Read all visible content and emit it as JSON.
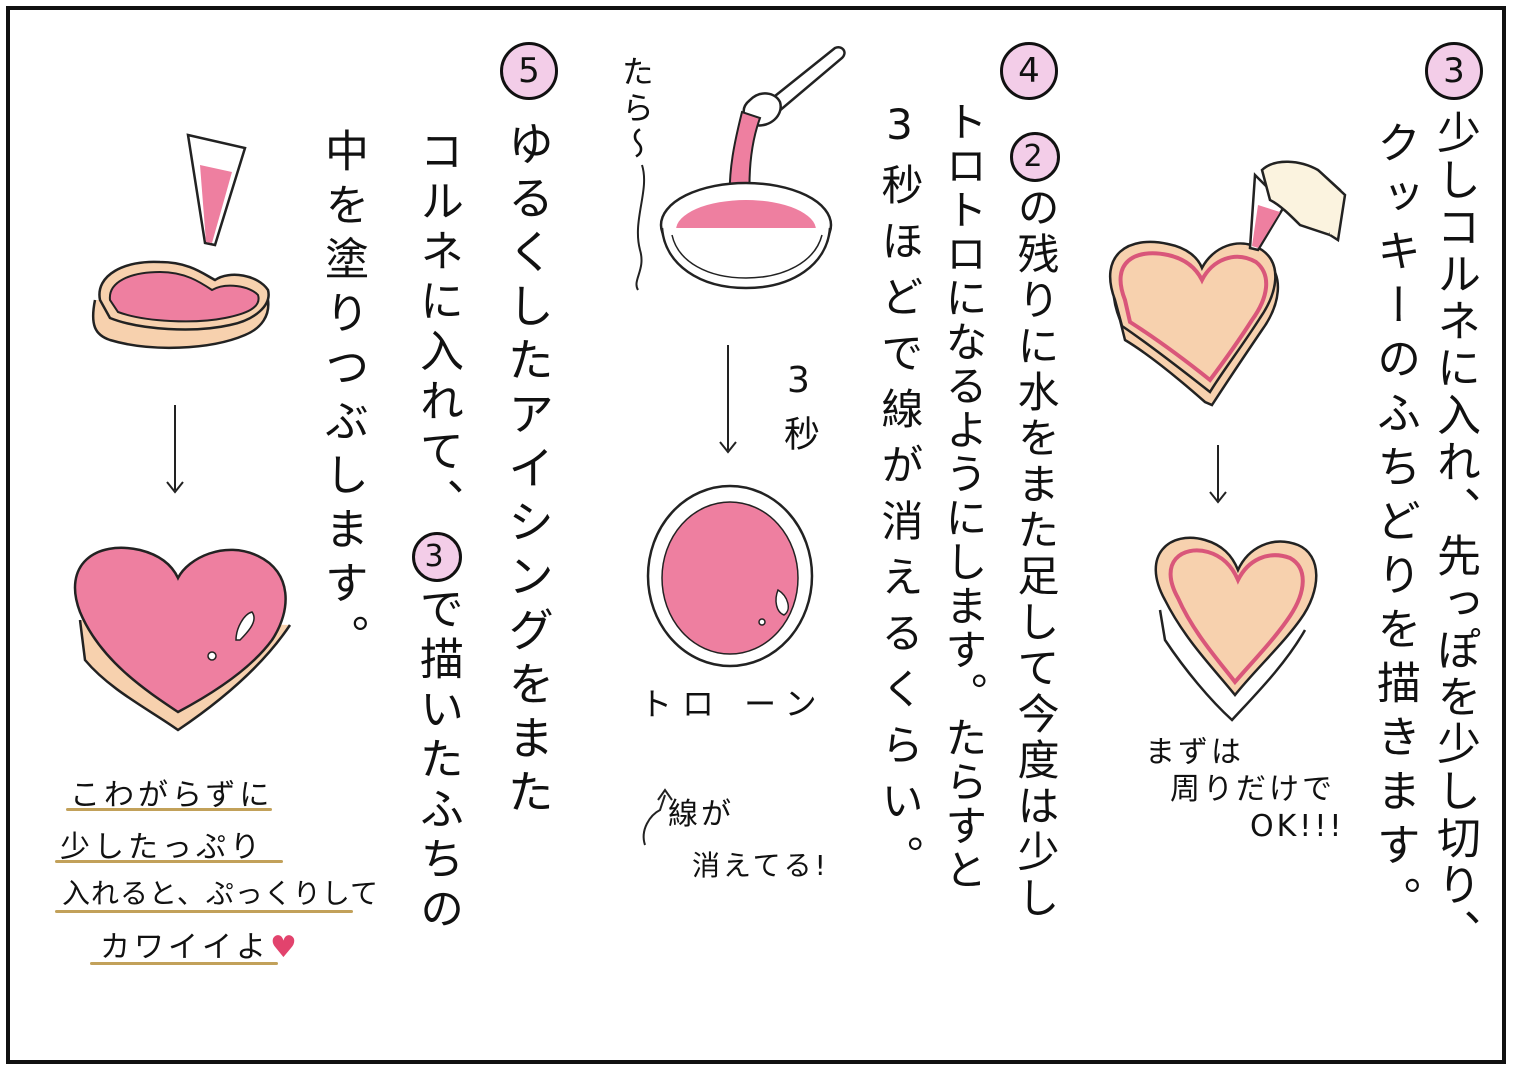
{
  "step3": {
    "badge": "3",
    "line1": "少しコルネに入れ、先っぽを少し切り、",
    "line2": "クッキーのふちどりを描きます。",
    "caption_line1": "まずは",
    "caption_line2": "周りだけで",
    "caption_line3": "OK!!!"
  },
  "step4": {
    "badge": "4",
    "inner_badge": "2",
    "line1_after_badge": "の残りに水をまた足して今度は少し",
    "line2": "トロトロになるようにします。たらすと",
    "line3": "3秒ほどで線が消えるくらい。",
    "tara_label": "たら〜",
    "three_sec_label": "3秒",
    "toron_label": "トロ ーン",
    "line_gone_label_1": "線が",
    "line_gone_label_2": "消えてる!"
  },
  "step5": {
    "badge": "5",
    "line1": "ゆるくしたアイシングをまた",
    "line2_before_badge": "コルネに入れて、",
    "inner_badge": "3",
    "line2_after_badge": "で描いたふちの",
    "line3": "中を塗りつぶします。",
    "note": [
      "こわがらずに",
      "少したっぷり",
      "入れると、ぷっくりして",
      "カワイイよ"
    ],
    "note_heart": "♥"
  },
  "colors": {
    "icing_pink": "#ee7fa0",
    "cookie": "#f7d1ae",
    "badge_fill": "#f3cde8",
    "note_line": "#c2a15a"
  }
}
